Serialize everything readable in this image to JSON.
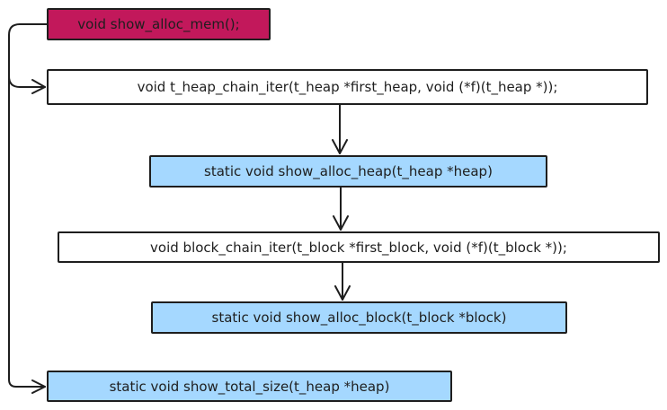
{
  "diagram": {
    "nodes": {
      "show_alloc_mem": "void show_alloc_mem();",
      "heap_chain_iter": "void t_heap_chain_iter(t_heap *first_heap, void (*f)(t_heap *));",
      "show_alloc_heap": "static void show_alloc_heap(t_heap *heap)",
      "block_chain_iter": "void block_chain_iter(t_block *first_block, void (*f)(t_block *));",
      "show_alloc_block": "static void show_alloc_block(t_block *block)",
      "show_total_size": "static void show_total_size(t_heap *heap)"
    },
    "edges": [
      {
        "from": "show_alloc_mem",
        "to": "heap_chain_iter"
      },
      {
        "from": "heap_chain_iter",
        "to": "show_alloc_heap"
      },
      {
        "from": "show_alloc_heap",
        "to": "block_chain_iter"
      },
      {
        "from": "block_chain_iter",
        "to": "show_alloc_block"
      },
      {
        "from": "show_alloc_mem",
        "to": "show_total_size"
      }
    ],
    "colors": {
      "entry": "#c2185b",
      "static_function": "#a5d8ff",
      "function": "#ffffff",
      "stroke": "#1e1e1e"
    }
  }
}
